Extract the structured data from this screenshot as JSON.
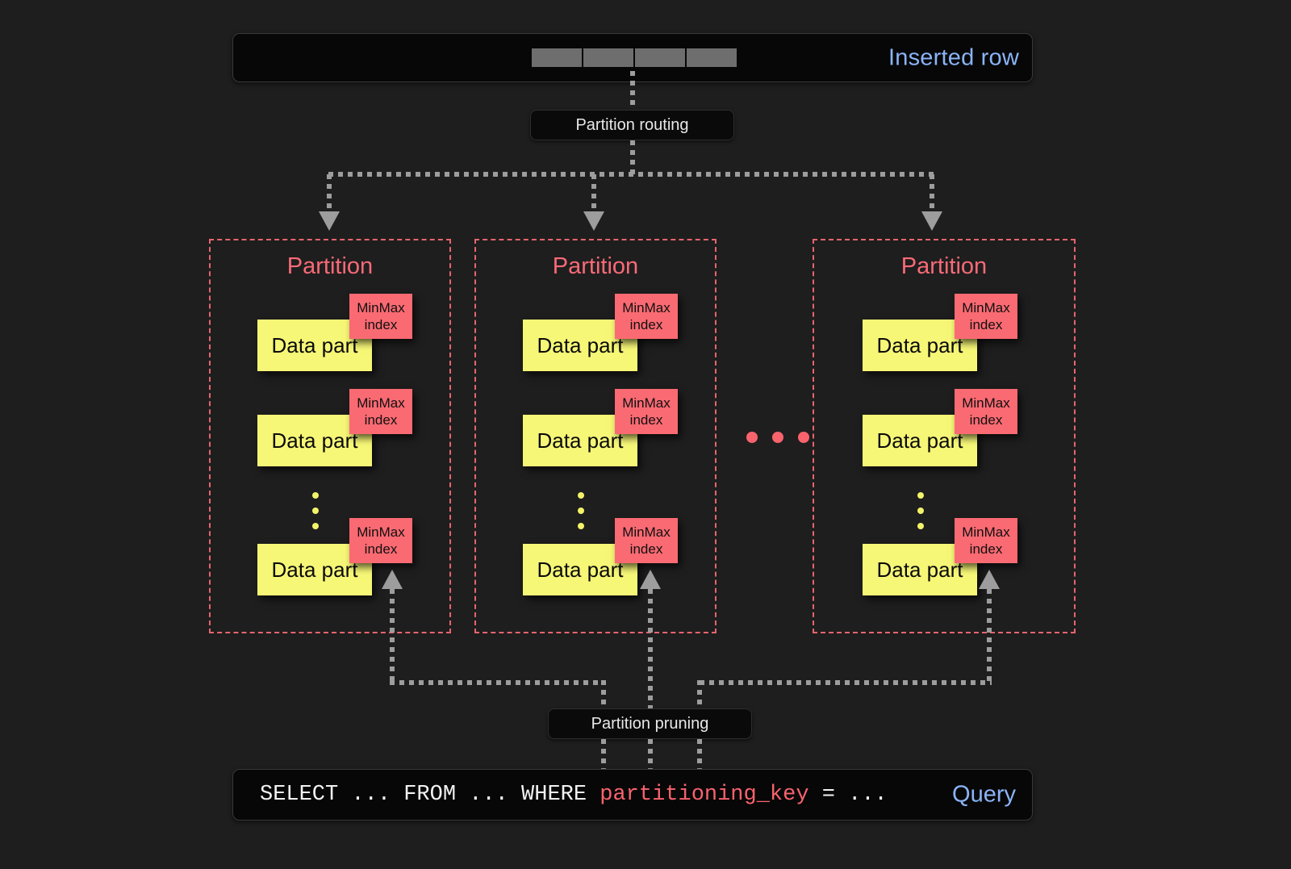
{
  "diagram": {
    "title": "ClickHouse partitioning: insert routing and query pruning",
    "background": "#1e1e1e"
  },
  "colors": {
    "accent_blue": "#8ab4f8",
    "partition_red": "#f86a77",
    "minmax_red": "#fa6a72",
    "datapart_yellow": "#f7f777",
    "connector_gray": "#9d9d9d",
    "panel_black": "#070707"
  },
  "top_bar": {
    "label": "Inserted row",
    "cell_count": 4,
    "cells": [
      "",
      "",
      "",
      ""
    ]
  },
  "routing": {
    "label": "Partition routing"
  },
  "pruning": {
    "label": "Partition pruning"
  },
  "partitions": [
    {
      "title": "Partition",
      "parts": [
        {
          "data_label": "Data part",
          "index_label": "MinMax\nindex",
          "index_line1": "MinMax",
          "index_line2": "index"
        },
        {
          "data_label": "Data part",
          "index_label": "MinMax\nindex",
          "index_line1": "MinMax",
          "index_line2": "index"
        },
        {
          "data_label": "Data part",
          "index_label": "MinMax\nindex",
          "index_line1": "MinMax",
          "index_line2": "index"
        }
      ],
      "ellipsis": "vertical"
    },
    {
      "title": "Partition",
      "parts": [
        {
          "data_label": "Data part",
          "index_line1": "MinMax",
          "index_line2": "index"
        },
        {
          "data_label": "Data part",
          "index_line1": "MinMax",
          "index_line2": "index"
        },
        {
          "data_label": "Data part",
          "index_line1": "MinMax",
          "index_line2": "index"
        }
      ],
      "ellipsis": "vertical"
    },
    {
      "title": "Partition",
      "parts": [
        {
          "data_label": "Data part",
          "index_line1": "MinMax",
          "index_line2": "index"
        },
        {
          "data_label": "Data part",
          "index_line1": "MinMax",
          "index_line2": "index"
        },
        {
          "data_label": "Data part",
          "index_line1": "MinMax",
          "index_line2": "index"
        }
      ],
      "ellipsis": "vertical"
    }
  ],
  "between_partitions_ellipsis": {
    "dot_count": 3,
    "color": "#f8636d"
  },
  "query": {
    "prefix": "SELECT ... FROM ... WHERE ",
    "key": "partitioning_key",
    "suffix": " = ...",
    "label": "Query"
  }
}
